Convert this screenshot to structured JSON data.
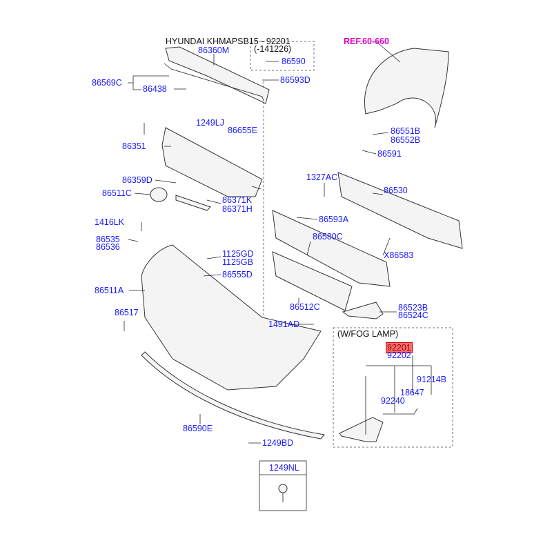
{
  "title": "HYUNDAI KHMAPSB15 - 92201",
  "date_note": "(-141226)",
  "ref": "REF.60-660",
  "fog_lamp_group": "(W/FOG LAMP)",
  "highlighted_part": "92201",
  "bolt_box_label": "1249NL",
  "parts": {
    "p86360M": "86360M",
    "p86590": "86590",
    "p86593D": "86593D",
    "p86569C": "86569C",
    "p86438": "86438",
    "p1249LJ": "1249LJ",
    "p86655E": "86655E",
    "p86351": "86351",
    "p86551B": "86551B",
    "p86552B": "86552B",
    "p86591": "86591",
    "p1327AC": "1327AC",
    "p86530": "86530",
    "p86359D": "86359D",
    "p86511C": "86511C",
    "p86371K": "86371K",
    "p86371H": "86371H",
    "p1416LK": "1416LK",
    "p86593A": "86593A",
    "p86535": "86535",
    "p86536": "86536",
    "p86580C": "86580C",
    "p1125GD": "1125GD",
    "p1125GB": "1125GB",
    "pX86583": "X86583",
    "p86555D": "86555D",
    "p86511A": "86511A",
    "p86512C": "86512C",
    "p86523B": "86523B",
    "p86524C": "86524C",
    "p86517": "86517",
    "p1491AD": "1491AD",
    "p92202": "92202",
    "p91214B": "91214B",
    "p18647": "18647",
    "p92240": "92240",
    "p86590E": "86590E",
    "p1249BD": "1249BD"
  }
}
